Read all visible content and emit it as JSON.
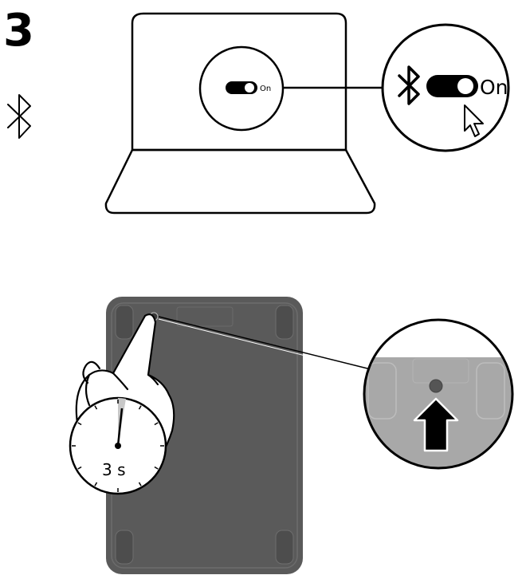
{
  "step_number": "3",
  "laptop_toggle_label": "On",
  "zoom_toggle_label": "On",
  "timer_label": "3 s",
  "icons": [
    "bluetooth-icon",
    "toggle-switch-icon",
    "cursor-arrow-icon",
    "hand-pointer-icon",
    "stopwatch-icon",
    "up-arrow-icon"
  ],
  "colors": {
    "line": "#000000",
    "device_body": "#5a5a5a",
    "device_dark": "#4a4a4a",
    "device_zoom": "#a8a8a8",
    "timer_fill": "#c8c8c8"
  }
}
